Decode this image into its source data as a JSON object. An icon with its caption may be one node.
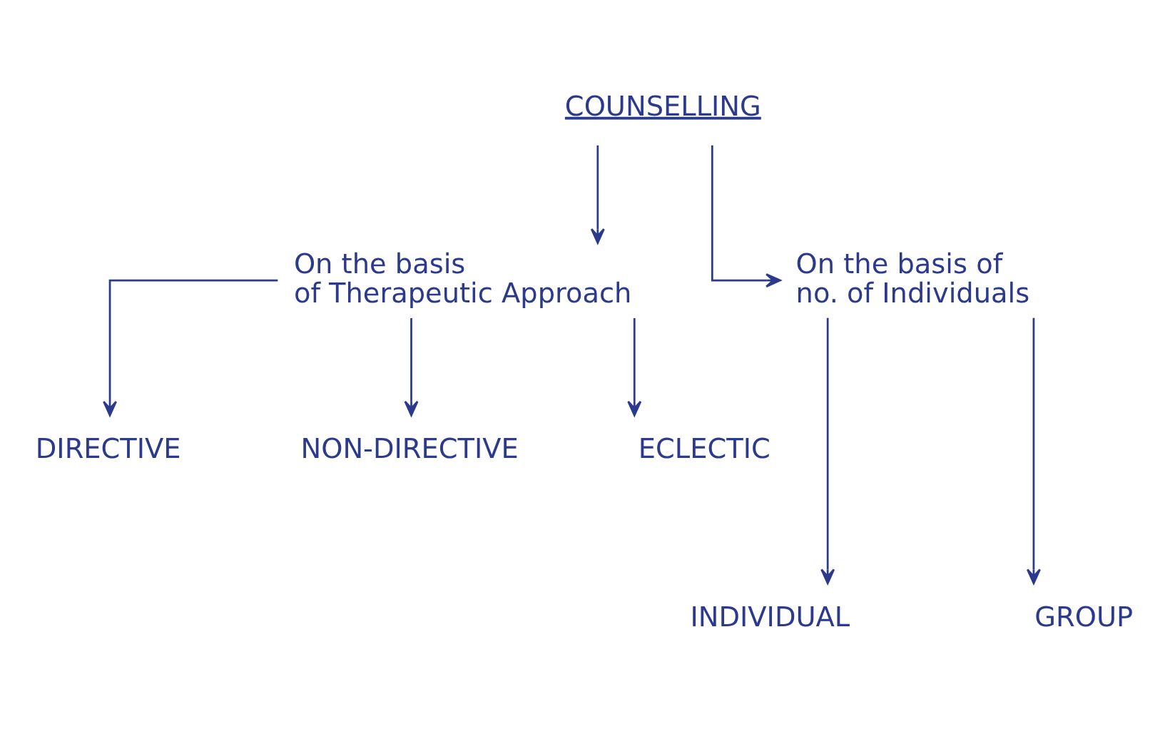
{
  "diagram": {
    "nodes": [
      {
        "text": [
          "COUNSELLING"
        ]
      },
      {
        "text": [
          "On the basis of Therapeutic Approach"
        ]
      },
      {
        "text": [
          "On the basis of no. of Individuals"
        ]
      },
      {
        "text": [
          "DIRECTIVE"
        ]
      },
      {
        "text": [
          "NON-DIRECTIVE"
        ]
      },
      {
        "text": [
          "ECLECTIC"
        ]
      },
      {
        "text": [
          "INDIVIDUAL"
        ]
      },
      {
        "text": [
          "GROUP"
        ]
      }
    ],
    "edges": [
      {
        "from": 0,
        "to": 1,
        "arrow": "to"
      },
      {
        "from": 0,
        "to": 2,
        "arrow": "to"
      },
      {
        "from": 1,
        "to": 3,
        "arrow": "to"
      },
      {
        "from": 1,
        "to": 4,
        "arrow": "to"
      },
      {
        "from": 1,
        "to": 5,
        "arrow": "to"
      },
      {
        "from": 2,
        "to": 6,
        "arrow": "to"
      },
      {
        "from": 2,
        "to": 7,
        "arrow": "to"
      }
    ]
  }
}
